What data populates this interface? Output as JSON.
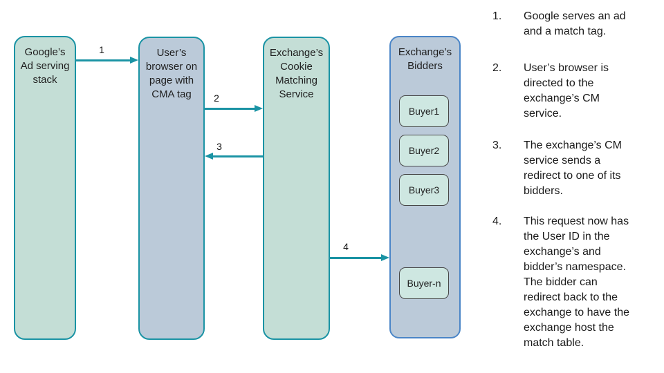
{
  "colors": {
    "teal_border": "#1a93a4",
    "blue_border": "#4a85c7",
    "green_fill": "#c4ded6",
    "blue_fill": "#bbcad9",
    "buyer_fill": "#cee7e1",
    "background": "#ffffff"
  },
  "lanes": [
    {
      "title": "Google’s\nAd serving\nstack"
    },
    {
      "title": "User’s\nbrowser on\npage with\nCMA tag"
    },
    {
      "title": "Exchange’s\nCookie\nMatching\nService"
    },
    {
      "title": "Exchange’s\nBidders",
      "buyers": [
        "Buyer1",
        "Buyer2",
        "Buyer3",
        "Buyer-n"
      ]
    }
  ],
  "arrows": [
    {
      "label": "1"
    },
    {
      "label": "2"
    },
    {
      "label": "3"
    },
    {
      "label": "4"
    }
  ],
  "steps": [
    {
      "num": "1.",
      "text": "Google serves an ad and a match tag."
    },
    {
      "num": "2.",
      "text": "User’s browser is directed to the exchange’s CM service."
    },
    {
      "num": "3.",
      "text": "The exchange’s CM service sends a redirect to one of its bidders."
    },
    {
      "num": "4.",
      "text": "This request now has the User ID in the exchange’s and bidder’s namespace. The bidder can redirect back to the exchange to have the exchange host the match table."
    }
  ]
}
